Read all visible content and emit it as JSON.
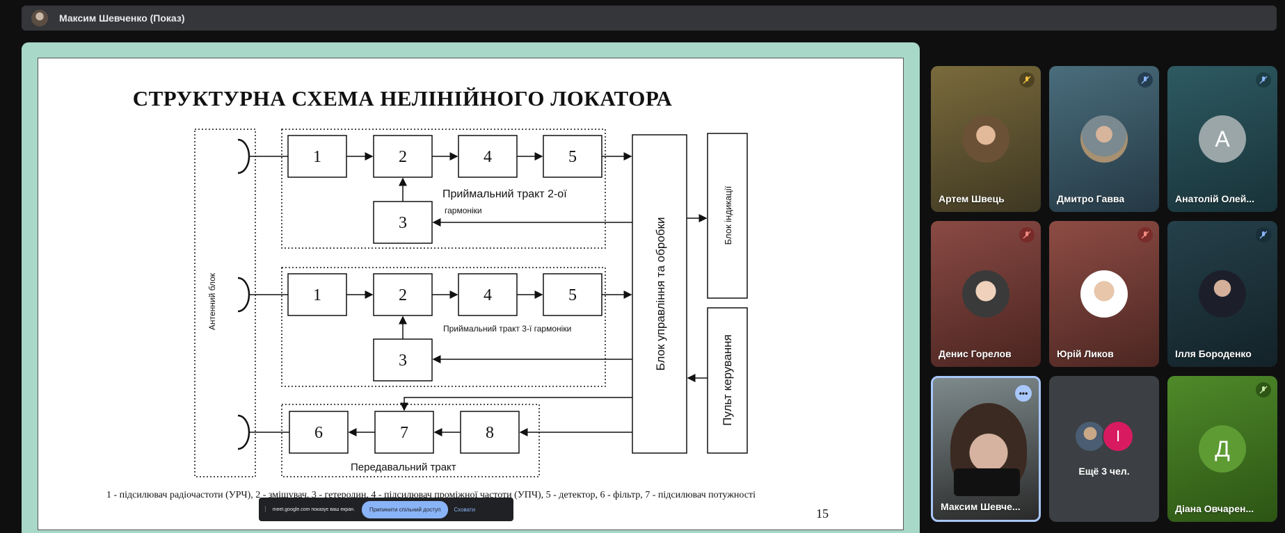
{
  "presenter": {
    "title": "Максим Шевченко (Показ)"
  },
  "slide": {
    "title": "СТРУКТУРНА СХЕМА НЕЛІНІЙНОГО ЛОКАТОРА",
    "antenna_block": "Антенний блок",
    "control_block": "Блок управління та обробки",
    "indication_block": "Блок індикації",
    "remote_panel": "Пульт керування",
    "rx2_label_line1": "Приймальний тракт 2-ої",
    "rx2_label_line2": "гармоніки",
    "rx3_label": "Приймальний тракт 3-ї гармоніки",
    "tx_label": "Передавальний тракт",
    "rx2_blocks": [
      "1",
      "2",
      "4",
      "5",
      "3"
    ],
    "rx3_blocks": [
      "1",
      "2",
      "4",
      "5",
      "3"
    ],
    "tx_blocks": [
      "6",
      "7",
      "8"
    ],
    "caption": "1 - підсилювач радіочастоти (УРЧ), 2 - змішувач, 3 - гетеродин, 4 - підсилювач проміжної частоти (УПЧ), 5 - детектор, 6 - фільтр, 7 - підсилювач потужності",
    "page_number": "15"
  },
  "share_bar": {
    "message": "meet.google.com показує ваш екран.",
    "stop_label": "Припинити спільний доступ",
    "hide_label": "Сховати"
  },
  "participants": [
    {
      "name": "Артем Швець",
      "muted": true
    },
    {
      "name": "Дмитро Гавва",
      "muted": true
    },
    {
      "name": "Анатолій Олей...",
      "avatar_letter": "A",
      "muted": true
    },
    {
      "name": "Денис Горелов",
      "muted": true
    },
    {
      "name": "Юрій Ликов",
      "muted": true
    },
    {
      "name": "Ілля Бороденко",
      "muted": true
    },
    {
      "name": "Максим Шевче...",
      "active": true
    },
    {
      "name": "Ещё 3 чел.",
      "avatar_letter": "I"
    },
    {
      "name": "Діана Овчарен...",
      "avatar_letter": "Д",
      "muted": true
    }
  ],
  "colors": {
    "stage_bg": "#a8d8c8",
    "accent": "#8ab4f8",
    "active_border": "#a8c7fa"
  }
}
